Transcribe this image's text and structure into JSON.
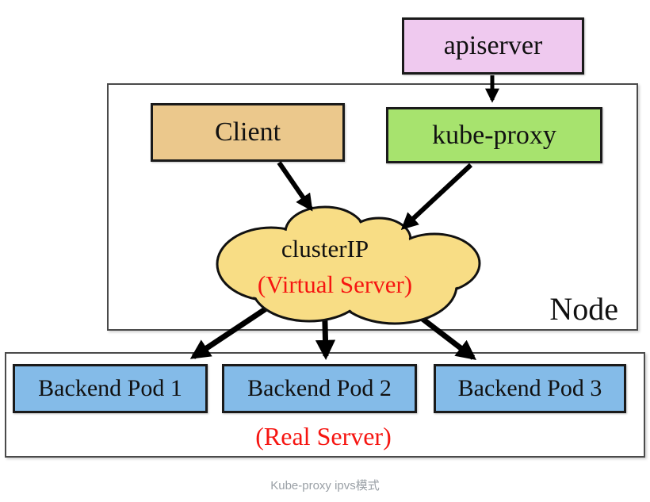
{
  "diagram": {
    "apiserver_label": "apiserver",
    "client_label": "Client",
    "kube_proxy_label": "kube-proxy",
    "cloud_title": "clusterIP",
    "cloud_subtitle": "(Virtual Server)",
    "node_label": "Node",
    "pods": [
      "Backend Pod 1",
      "Backend Pod 2",
      "Backend Pod 3"
    ],
    "real_server_label": "(Real Server)",
    "caption": "Kube-proxy ipvs模式"
  },
  "colors": {
    "apiserver_fill": "#efc9ef",
    "client_fill": "#ebc88c",
    "kube_proxy_fill": "#a7e36e",
    "cloud_fill": "#f8dd85",
    "pod_fill": "#84bbe8",
    "red_text": "#f61511",
    "caption_gray": "#9aa0a6",
    "arrow_black": "#000000"
  }
}
